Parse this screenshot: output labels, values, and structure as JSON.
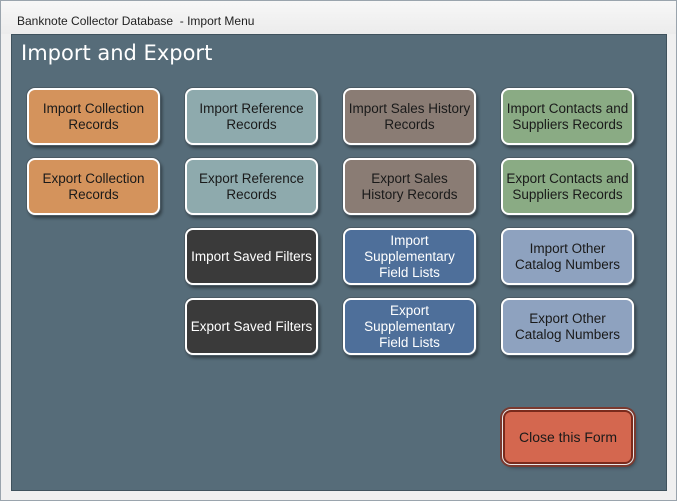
{
  "window": {
    "title": "Banknote Collector Database  - Import Menu"
  },
  "panel": {
    "title": "Import and Export"
  },
  "buttons": {
    "import_collection": "Import Collection\nRecords",
    "export_collection": "Export Collection\nRecords",
    "import_reference": "Import  Reference\nRecords",
    "export_reference": "Export Reference\nRecords",
    "import_saved_filters": "Import Saved Filters",
    "export_saved_filters": "Export Saved Filters",
    "import_sales_history": "Import Sales History\nRecords",
    "export_sales_history": "Export Sales\nHistory Records",
    "import_supplementary": "Import\nSupplementary\nField Lists",
    "export_supplementary": "Export\nSupplementary\nField Lists",
    "import_contacts": "Import Contacts and\nSuppliers Records",
    "export_contacts": "Export Contacts and\nSuppliers Records",
    "import_other_catalog": "Import Other\nCatalog Numbers",
    "export_other_catalog": "Export Other\nCatalog Numbers",
    "close_form": "Close this Form"
  },
  "colors": {
    "panel_bg": "#566c79",
    "collection": "#d4935c",
    "reference": "#8eaaad",
    "saved_filters": "#3a3a3a",
    "sales_history": "#8a7c74",
    "supplementary": "#4e6f9a",
    "contacts": "#8aab84",
    "other_catalog": "#8ea2bf",
    "close": "#d4674f"
  }
}
